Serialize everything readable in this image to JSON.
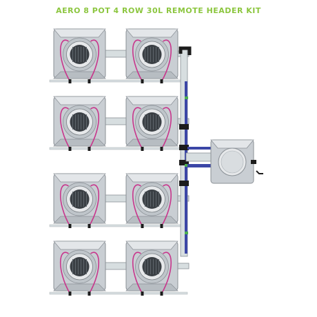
{
  "title": "AERO 8 POT 4 ROW 30L REMOTE HEADER KIT",
  "colors": {
    "title": "#8cc63f",
    "pot_body": "#c9ced3",
    "pot_top": "#e3e6e9",
    "pot_edge": "#8a9096",
    "basket": "#3a3f44",
    "net_pot_ring": "#e6e8ea",
    "tube": "#c8368c",
    "pvc": "#d7dee0",
    "blue_pipe": "#3b46a6",
    "black_fitting": "#1c1c1c",
    "green_fitting": "#4caf50"
  },
  "layout": {
    "rows": 4,
    "pots_per_row": 2,
    "pot_count": 8,
    "remote_header_tank": true
  },
  "icons": [
    "pot-icon",
    "net-pot-icon",
    "header-tank-icon",
    "pipe-icon"
  ]
}
